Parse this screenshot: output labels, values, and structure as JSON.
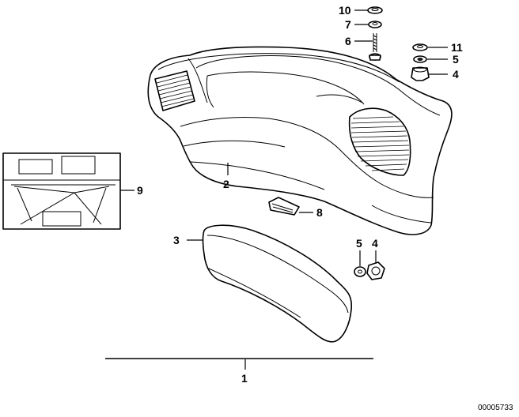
{
  "diagram": {
    "reference_code": "00005733",
    "callouts": {
      "p1": "1",
      "p2": "2",
      "p3": "3",
      "p4_top": "4",
      "p4_bottom": "4",
      "p5_top": "5",
      "p5_bottom": "5",
      "p6": "6",
      "p7": "7",
      "p8": "8",
      "p9": "9",
      "p10": "10",
      "p11": "11"
    }
  }
}
